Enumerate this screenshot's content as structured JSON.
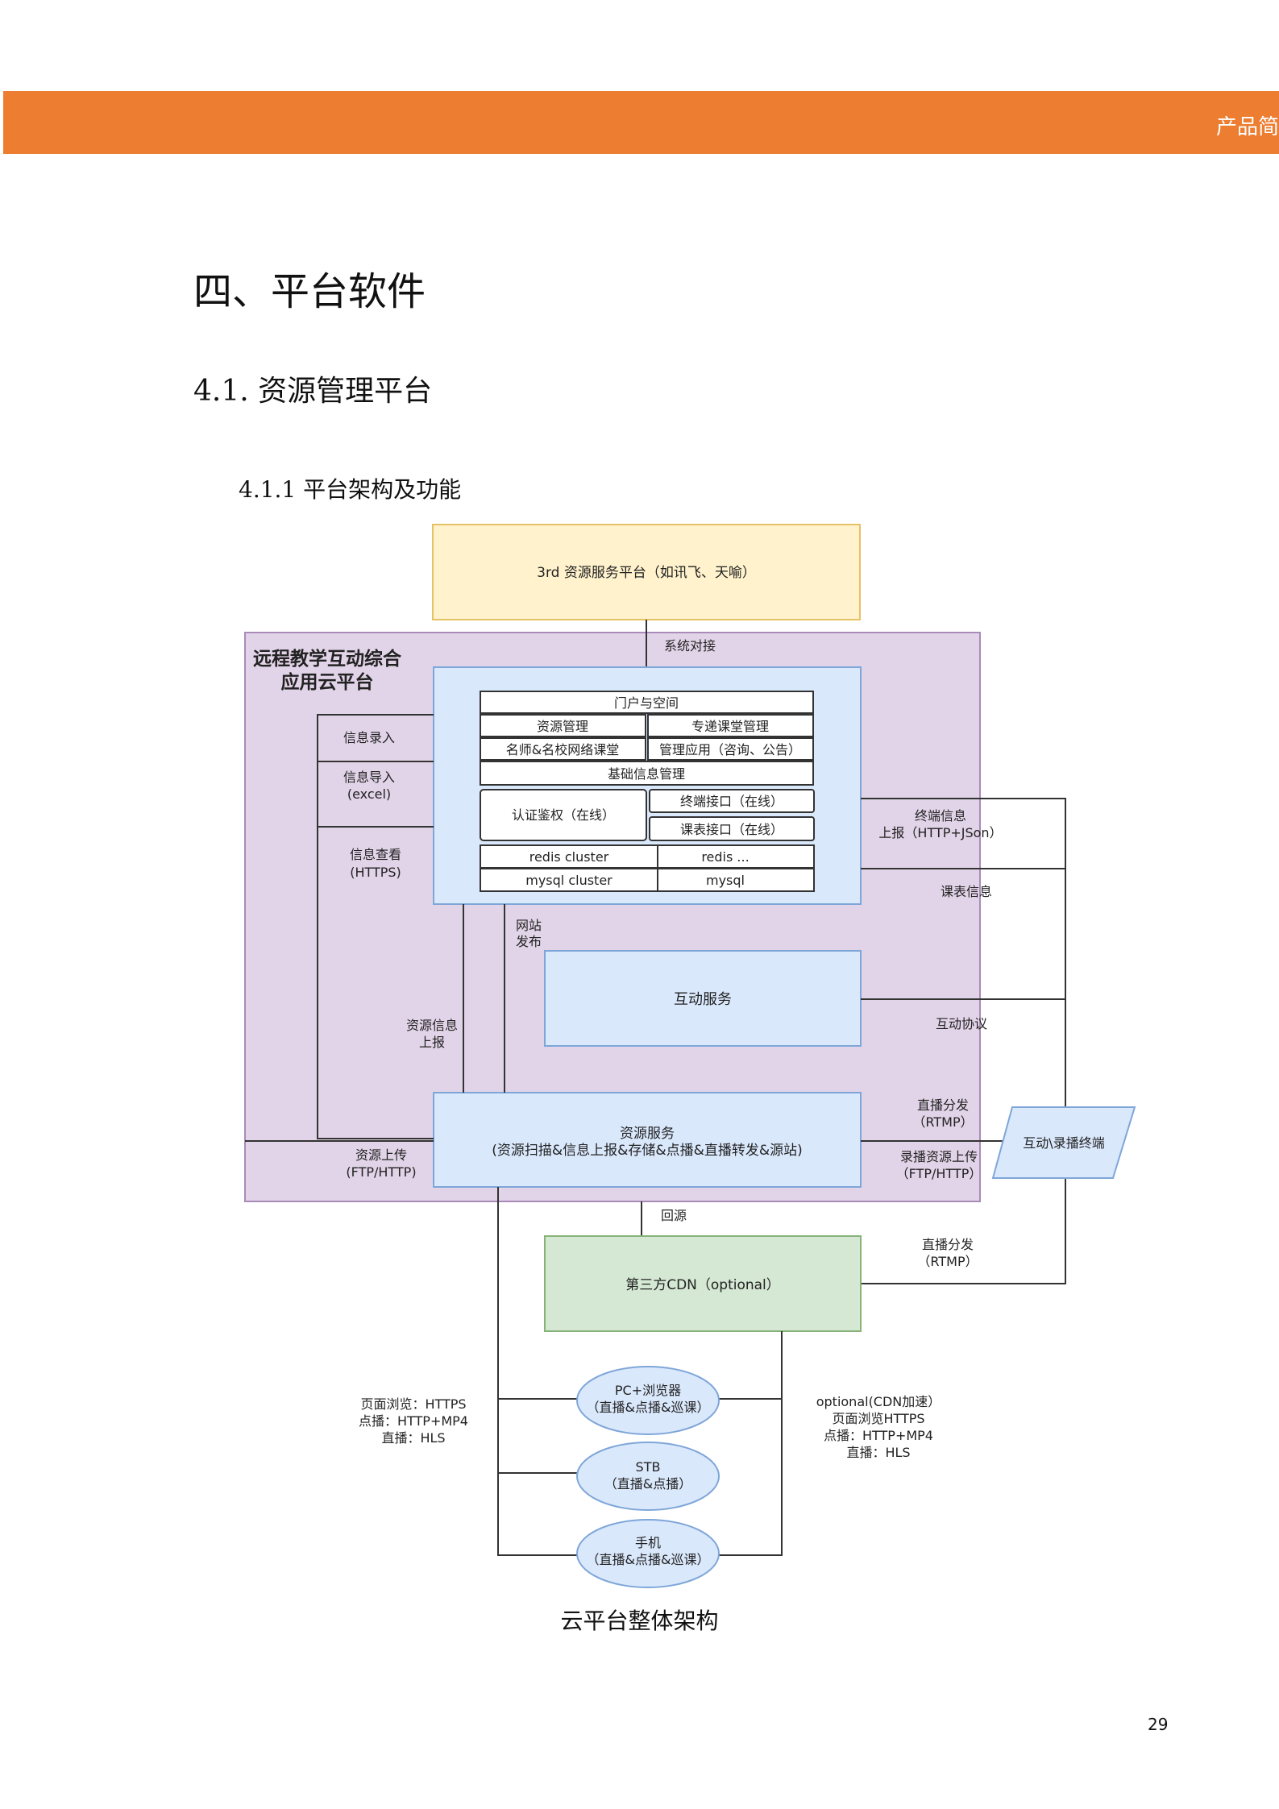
{
  "header": {
    "label": "产品简"
  },
  "heading1": "四、平台软件",
  "heading2": "4.1.  资源管理平台",
  "heading3": "4.1.1 平台架构及功能",
  "diagram": {
    "third_party": "3rd 资源服务平台（如讯飞、天喻）",
    "sys_dock": "系统对接",
    "cloud_title_1": "远程教学互动综合",
    "cloud_title_2": "应用云平台",
    "portal": "门户与空间",
    "res_mgmt": "资源管理",
    "special_class": "专递课堂管理",
    "famous_teacher": "名师&名校网络课堂",
    "mgmt_app": "管理应用（咨询、公告）",
    "basic_info": "基础信息管理",
    "auth": "认证鉴权（在线）",
    "terminal_api": "终端接口（在线）",
    "schedule_api": "课表接口（在线）",
    "redis_cluster": "redis cluster",
    "redis": "redis ...",
    "mysql_cluster": "mysql cluster",
    "mysql": "mysql",
    "info_entry": "信息录入",
    "info_import_1": "信息导入",
    "info_import_2": "(excel)",
    "info_view_1": "信息查看",
    "info_view_2": "(HTTPS)",
    "web_publish_1": "网站",
    "web_publish_2": "发布",
    "res_report_1": "资源信息",
    "res_report_2": "上报",
    "interact_svc": "互动服务",
    "res_svc_1": "资源服务",
    "res_svc_2": "(资源扫描&信息上报&存储&点播&直播转发&源站)",
    "res_upload_1": "资源上传",
    "res_upload_2": "(FTP/HTTP)",
    "terminal_info_1": "终端信息",
    "terminal_info_2": "上报（HTTP+JSon）",
    "schedule_info": "课表信息",
    "interact_proto": "互动协议",
    "live_dist_1": "直播分发",
    "live_dist_2": "（RTMP）",
    "rec_upload_1": "录播资源上传",
    "rec_upload_2": "（FTP/HTTP）",
    "terminal": "互动\\录播终端",
    "origin": "回源",
    "cdn": "第三方CDN（optional）",
    "cdn_live_1": "直播分发",
    "cdn_live_2": "（RTMP）",
    "pc_1": "PC+浏览器",
    "pc_2": "（直播&点播&巡课）",
    "stb_1": "STB",
    "stb_2": "（直播&点播）",
    "phone_1": "手机",
    "phone_2": "（直播&点播&巡课）",
    "left_note_1": "页面浏览：HTTPS",
    "left_note_2": "点播：HTTP+MP4",
    "left_note_3": "直播：HLS",
    "right_note_1": "optional(CDN加速）",
    "right_note_2": "页面浏览HTTPS",
    "right_note_3": "点播：HTTP+MP4",
    "right_note_4": "直播：HLS"
  },
  "caption": "云平台整体架构",
  "page_number": "29"
}
